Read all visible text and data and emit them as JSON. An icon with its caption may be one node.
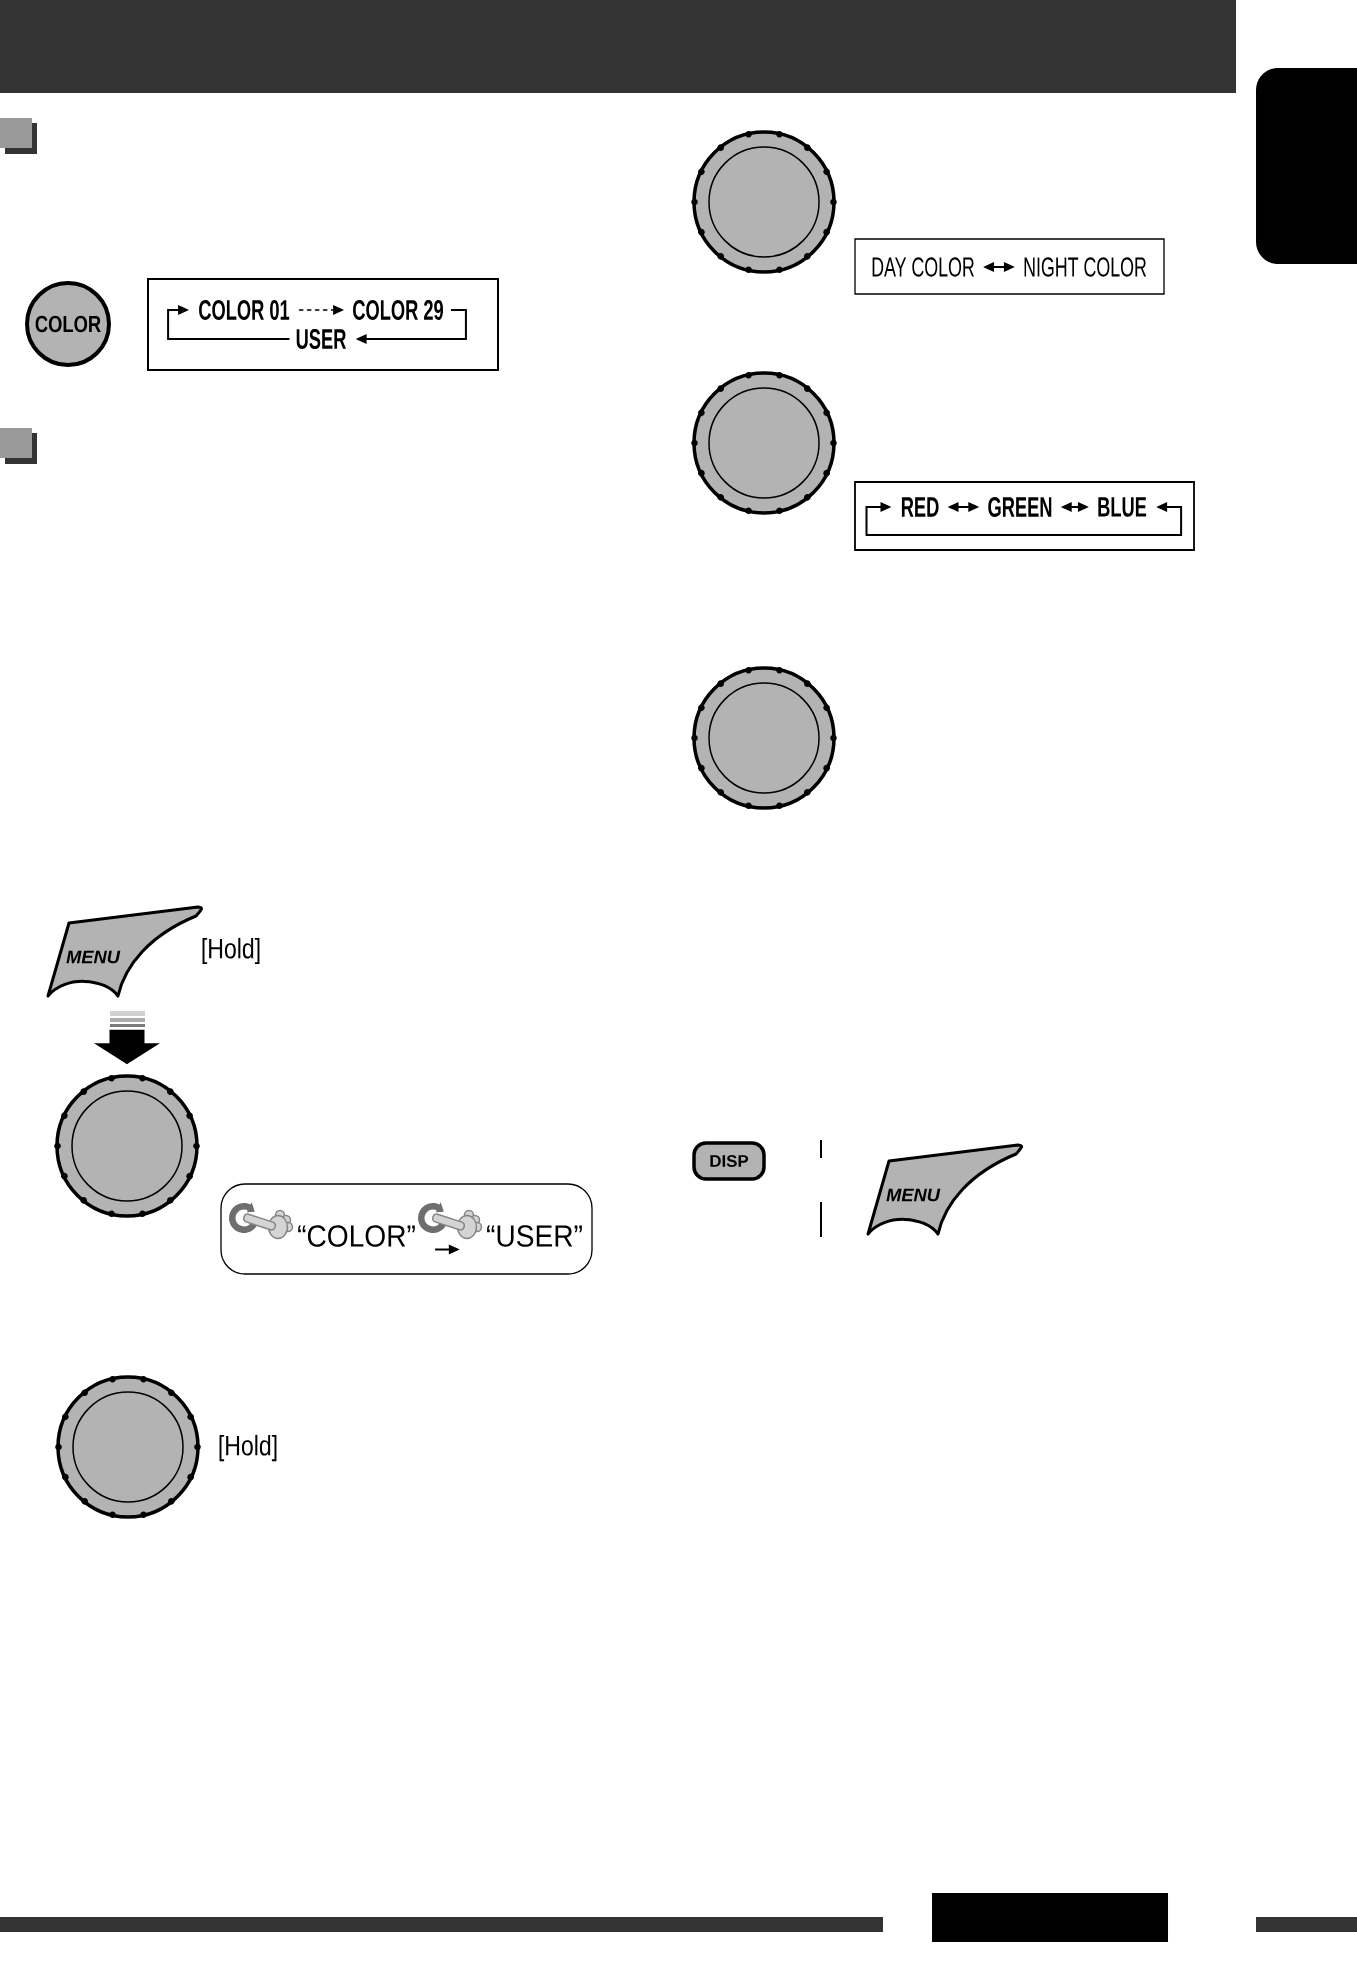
{
  "diagram": {
    "nodes": [
      {
        "text": [
          "COLOR"
        ]
      },
      {
        "text": [],
        "shape": "box"
      },
      {
        "text": [
          "COLOR 01"
        ],
        "in": 1
      },
      {
        "text": [
          "COLOR 29"
        ],
        "in": 1
      },
      {
        "text": [
          "USER"
        ],
        "in": 1
      },
      {
        "text": [
          "MENU"
        ],
        "beside": [
          "[Hold]"
        ]
      },
      {
        "text": [],
        "shape": "circle"
      },
      {
        "text": [],
        "shape": "box"
      },
      {
        "text": [
          "“COLOR”"
        ],
        "in": 7
      },
      {
        "text": [
          "“USER”"
        ],
        "in": 7
      },
      {
        "text": [],
        "shape": "circle",
        "beside": [
          "[Hold]"
        ]
      },
      {
        "text": [],
        "shape": "circle"
      },
      {
        "text": [],
        "shape": "box"
      },
      {
        "text": [
          "DAY COLOR"
        ],
        "in": 12
      },
      {
        "text": [
          "NIGHT COLOR"
        ],
        "in": 12
      },
      {
        "text": [],
        "shape": "circle"
      },
      {
        "text": [],
        "shape": "box"
      },
      {
        "text": [
          "RED"
        ],
        "in": 16
      },
      {
        "text": [
          "GREEN"
        ],
        "in": 16
      },
      {
        "text": [
          "BLUE"
        ],
        "in": 16
      },
      {
        "text": [],
        "shape": "circle"
      },
      {
        "text": [
          "DISP"
        ]
      },
      {
        "text": [
          "MENU"
        ]
      },
      {
        "text": [],
        "shape": "box"
      }
    ],
    "edges": [
      {
        "from": 2,
        "to": 3,
        "arrow": "to",
        "style": "dashed"
      },
      {
        "from": 3,
        "to": 4,
        "arrow": "to"
      },
      {
        "from": 4,
        "to": 2,
        "arrow": "to"
      },
      {
        "from": 5,
        "to": 6,
        "arrow": "to",
        "style": "thick"
      },
      {
        "from": 8,
        "to": 9,
        "arrow": "to"
      },
      {
        "from": 13,
        "to": 14,
        "arrow": "both"
      },
      {
        "from": 17,
        "to": 18,
        "arrow": "both"
      },
      {
        "from": 18,
        "to": 19,
        "arrow": "both"
      },
      {
        "from": 17,
        "to": 19,
        "arrow": "both"
      }
    ]
  }
}
